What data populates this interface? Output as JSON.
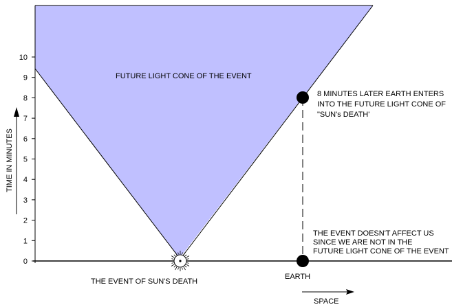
{
  "colors": {
    "cone_fill": "#c0c0ff",
    "line": "#000000",
    "background": "#ffffff"
  },
  "axis": {
    "y_label": "TIME IN MINUTES",
    "x_label": "SPACE",
    "y_ticks": [
      "0",
      "1",
      "2",
      "3",
      "4",
      "5",
      "6",
      "7",
      "8",
      "9",
      "10"
    ]
  },
  "labels": {
    "cone": "FUTURE LIGHT CONE OF THE EVENT",
    "sun_event": "THE EVENT OF SUN'S DEATH",
    "earth": "EARTH",
    "later_line1": "8 MINUTES LATER EARTH ENTERS",
    "later_line2": "INTO THE FUTURE LIGHT CONE OF",
    "later_line3": "\"SUN's DEATH'",
    "now_line1": "THE EVENT DOESN'T AFFECT US",
    "now_line2": "SINCE WE ARE NOT IN THE",
    "now_line3": "FUTURE LIGHT CONE OF THE EVENT"
  },
  "earth_entry_minutes": 8
}
